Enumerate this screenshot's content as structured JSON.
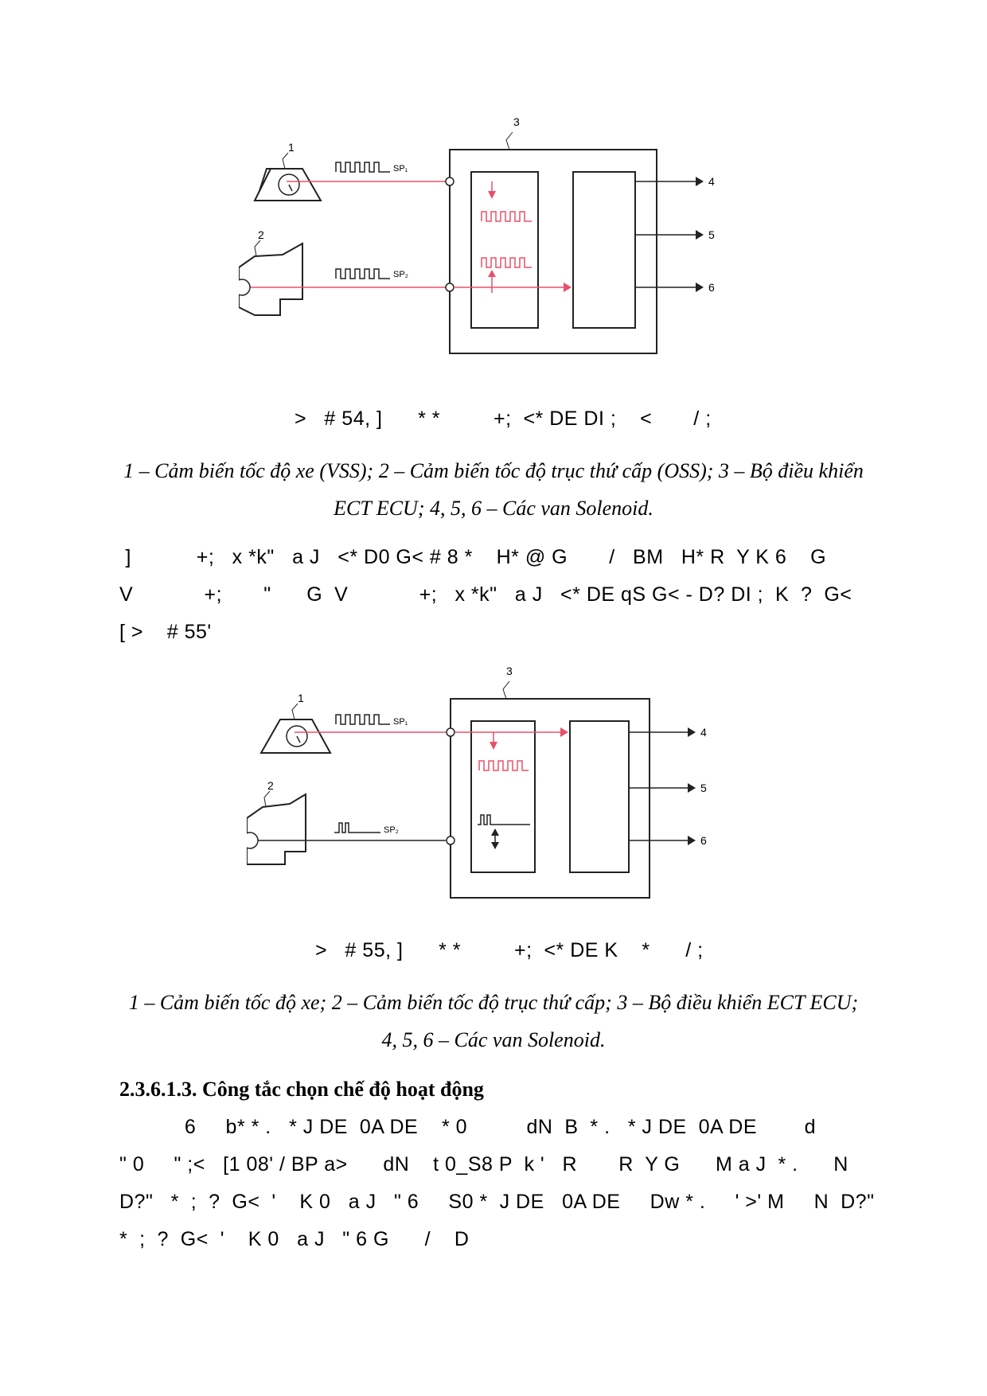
{
  "figure1": {
    "callouts": [
      "1",
      "2",
      "3",
      "4",
      "5",
      "6"
    ],
    "signals": [
      "SP₁",
      "SP₂"
    ],
    "title_line": ">   # 54, ]      * *         +;  <* DE DI ;    <       / ;",
    "caption": "1 – Cảm biến tốc độ xe (VSS); 2 – Cảm biến tốc độ trục thứ cấp (OSS); 3 – Bộ điều khiển ECT ECU; 4, 5, 6 – Các van Solenoid."
  },
  "paragraph1": {
    "lines": [
      " ]           +;   x *k\"   a J   <* D0 G< # 8 *    H* @ G       /   BM   H* R  Y K 6    G",
      "V            +;       \"      G  V            +;   x *k\"   a J   <* DE qS G< - D? DI ;  K  ?  G<",
      "[ >    # 55'"
    ]
  },
  "figure2": {
    "callouts": [
      "1",
      "2",
      "3",
      "4",
      "5",
      "6"
    ],
    "signals": [
      "SP₁",
      "SP₂"
    ],
    "title_line": ">   # 55, ]      * *         +;  <* DE K    *      / ;",
    "caption": "1 – Cảm biến tốc độ xe; 2 – Cảm biến tốc độ trục thứ cấp; 3 – Bộ điều khiển ECT ECU; 4, 5, 6 – Các van Solenoid."
  },
  "section": {
    "heading": "2.3.6.1.3. Công tắc chọn chế độ hoạt động",
    "lines": [
      "           6     b* * .   * J DE  0A DE    * 0          dN  B  * .   * J DE  0A DE        d",
      "\" 0     \" ;<   [1 08' / BP a>      dN    t 0_S8 P  k '   R       R  Y G      M a J  * .      N",
      "D?\"   *  ;  ?  G<  '    K 0   a J   \" 6     S0 *  J DE   0A DE     Dw * .     ' >' M     N  D?\"",
      "*  ;  ?  G<  '    K 0   a J   \" 6 G      /    D"
    ]
  },
  "colors": {
    "signal": "#e8506a",
    "line": "#222222"
  }
}
